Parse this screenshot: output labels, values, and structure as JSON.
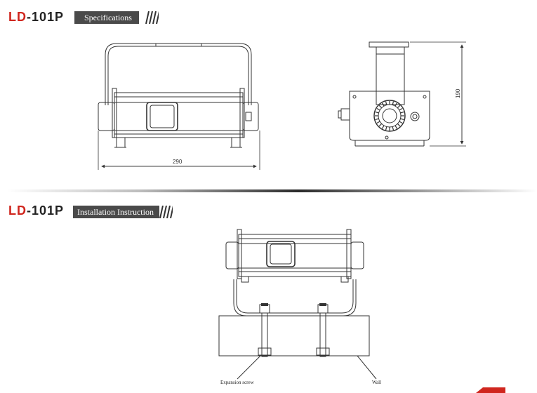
{
  "spec_section": {
    "model_prefix": "LD",
    "model_suffix": "-101P",
    "label": "Specifications"
  },
  "install_section": {
    "model_prefix": "LD",
    "model_suffix": "-101P",
    "label": "Installation Instruction"
  },
  "dimensions": {
    "width": "290",
    "height": "190"
  },
  "callouts": {
    "screw": "Expansion screw",
    "wall": "Wall"
  },
  "colors": {
    "brand_red": "#d0261e",
    "label_bg": "#4a4a4a"
  }
}
